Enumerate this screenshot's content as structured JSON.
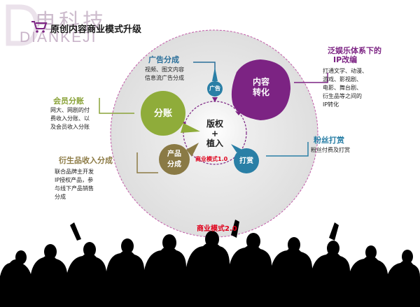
{
  "watermark": {
    "brand_cn": "电科技",
    "brand_en": "DIANKEJI"
  },
  "header": {
    "title": "原创内容商业模式升级"
  },
  "center": {
    "line1": "版权",
    "line2": "+",
    "line3": "植入",
    "model1": "商业模式1.0"
  },
  "outer": {
    "model2": "商业模式2.0"
  },
  "nodes": {
    "ad_small": "广告",
    "split": "分账",
    "content": {
      "line1": "内容",
      "line2": "转化"
    },
    "product": {
      "line1": "产品",
      "line2": "分成"
    },
    "reward": "打赏"
  },
  "annotations": {
    "ad": {
      "title": "广告分成",
      "lines": [
        "视频、图文内容",
        "信息流广告分成"
      ]
    },
    "ip": {
      "title_line1": "泛娱乐体系下的",
      "title_line2": "IP改编",
      "lines": [
        "打通文学、动漫、",
        "游戏、影视剧、",
        "电影、舞台剧、",
        "衍生品等之间的",
        "IP转化"
      ]
    },
    "member": {
      "title": "会员分账",
      "lines": [
        "网大、网剧的付",
        "费收入分账、以",
        "及会员收入分账"
      ]
    },
    "fans": {
      "title": "粉丝打赏",
      "lines": [
        "粉丝付费及打赏"
      ]
    },
    "derivative": {
      "title": "衍生品收入分成",
      "lines": [
        "联合品牌主开发",
        "IP授权产品，参",
        "与线下产品销售",
        "分成"
      ]
    }
  },
  "colors": {
    "ad_title": "#2a6f9a",
    "ip_title": "#7c2383",
    "member_title": "#8aa339",
    "fans_title": "#2a7fa6",
    "derivative_title": "#8c7a44",
    "model": "#e0001b",
    "split": "#8fac3a",
    "content": "#7c2383",
    "product": "#8a7a45",
    "reward": "#2a7fa6"
  }
}
